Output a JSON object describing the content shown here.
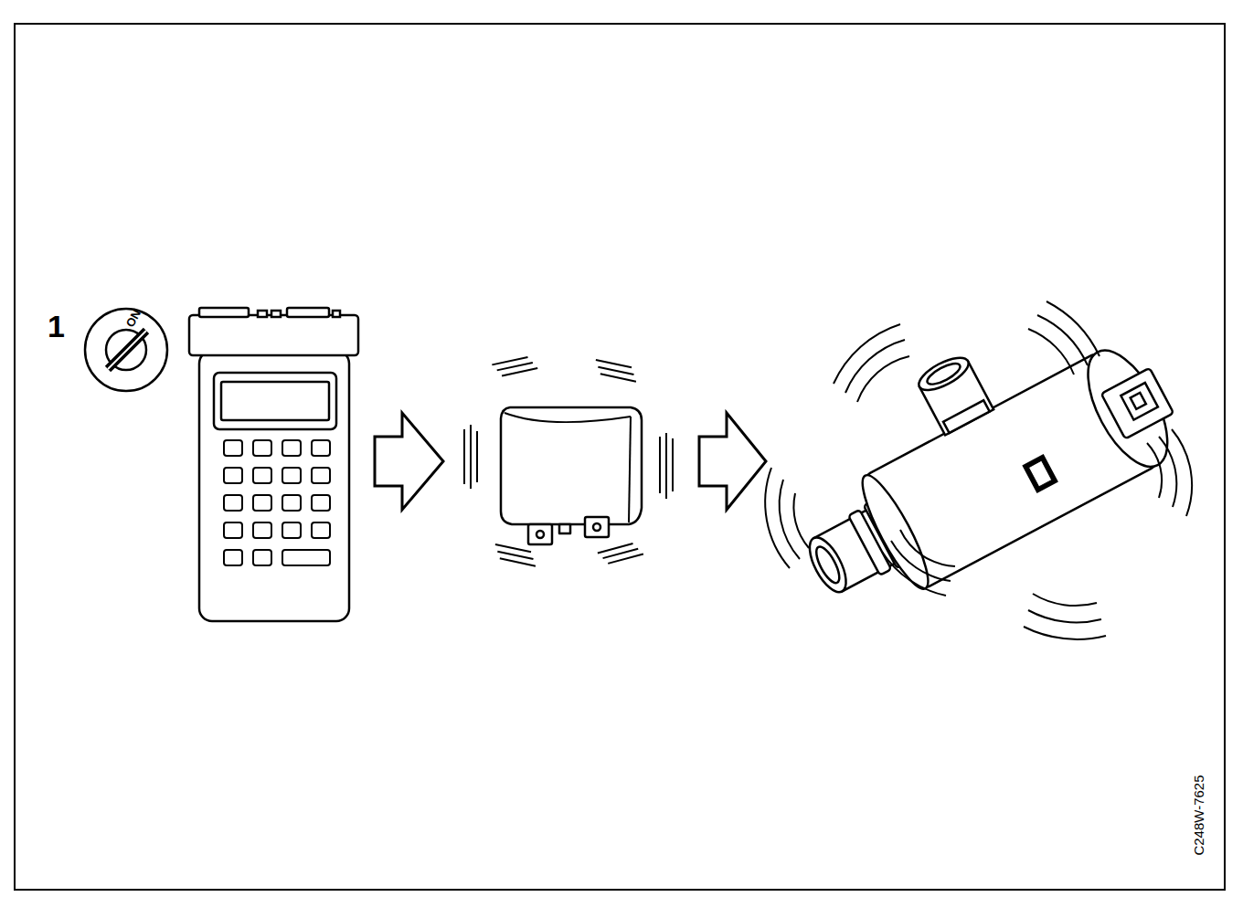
{
  "diagram": {
    "labels": [
      "1",
      "ON",
      "C248W-7625"
    ]
  }
}
